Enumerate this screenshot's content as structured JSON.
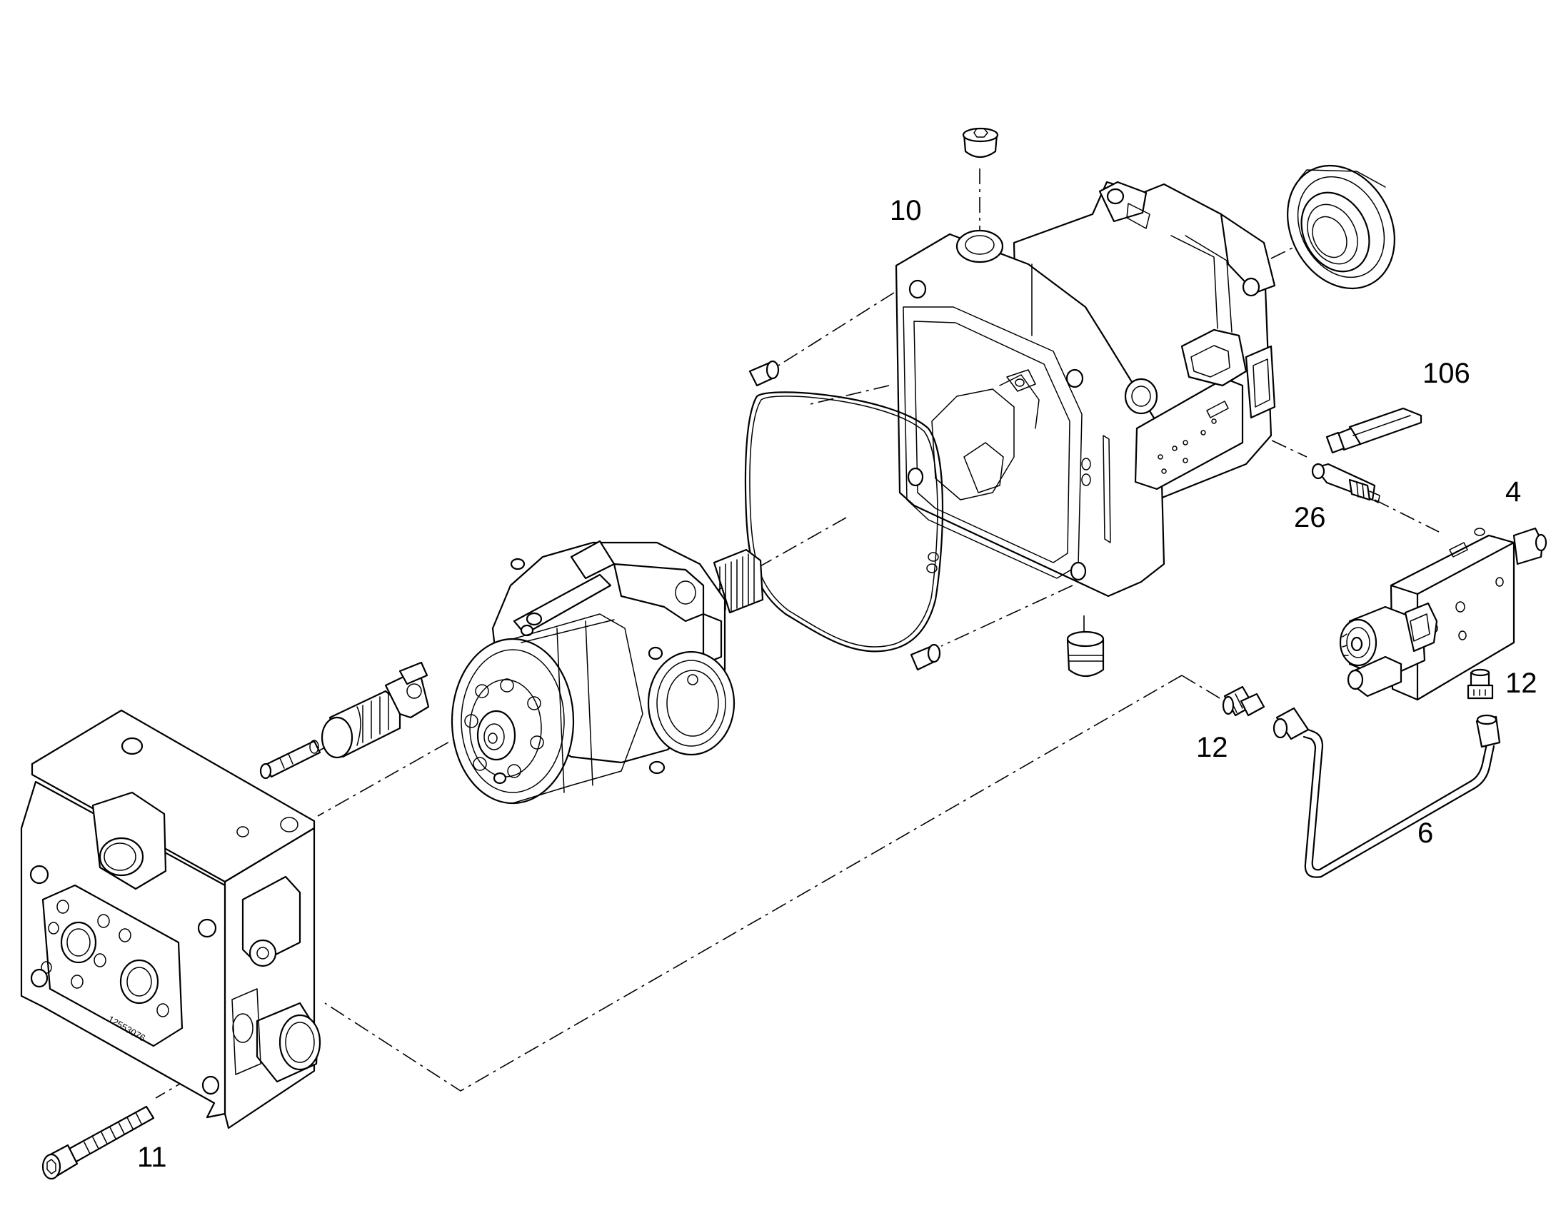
{
  "callouts": {
    "c4": "4",
    "c6": "6",
    "c10": "10",
    "c11": "11",
    "c12_right": "12",
    "c12_left": "12",
    "c26": "26",
    "c106": "106"
  },
  "stamped_part_number": "12553076"
}
